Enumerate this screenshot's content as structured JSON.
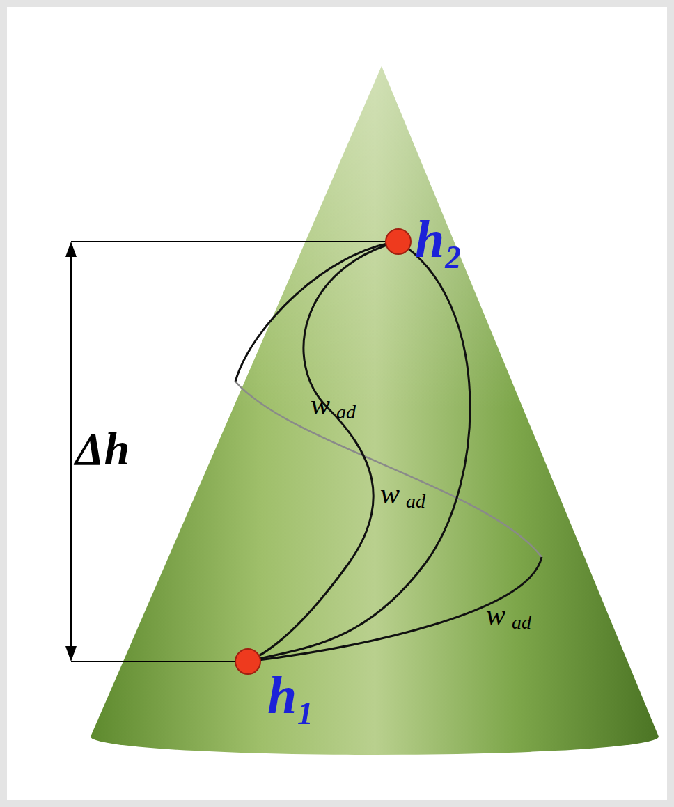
{
  "diagram": {
    "labels": [
      "h₂",
      "Δh",
      "w",
      "ad",
      "w",
      "ad",
      "w",
      "ad",
      "h₁"
    ]
  }
}
